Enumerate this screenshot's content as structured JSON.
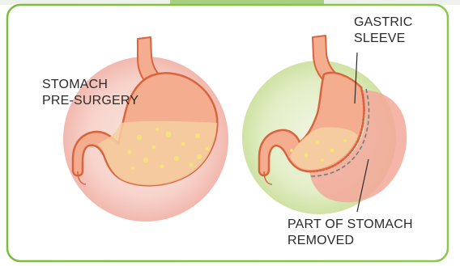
{
  "figure": {
    "label_pre_surgery": [
      "STOMACH",
      "PRE-SURGERY"
    ],
    "label_sleeve": [
      "GASTRIC",
      "SLEEVE"
    ],
    "label_removed": [
      "PART OF STOMACH",
      "REMOVED"
    ]
  },
  "colors": {
    "frame_green": "#7cbd3b",
    "left_bg_circle": "#f6c7c1",
    "right_bg_circle": "#d8e8b3",
    "stomach_body": "#f4ad8f",
    "stomach_outline": "#d9653e",
    "food_fill": "#f5cfa2",
    "removed_part": "#f3a89a",
    "staple_line": "#d9653e",
    "dashed_line": "#6f7f7a"
  }
}
